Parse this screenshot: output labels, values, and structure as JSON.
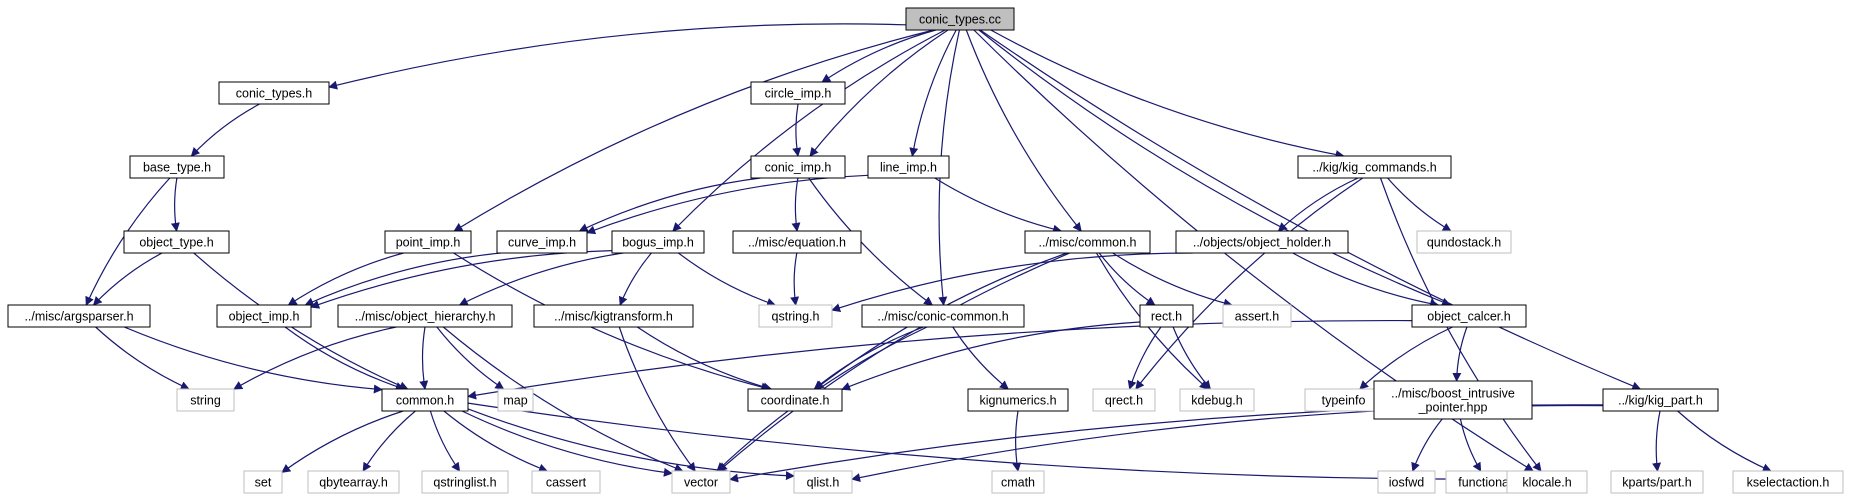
{
  "nodes": [
    {
      "id": "conic_types_cc",
      "label": "conic_types.cc",
      "kind": "root"
    },
    {
      "id": "conic_types_h",
      "label": "conic_types.h",
      "kind": "doc"
    },
    {
      "id": "circle_imp_h",
      "label": "circle_imp.h",
      "kind": "doc"
    },
    {
      "id": "base_type_h",
      "label": "base_type.h",
      "kind": "doc"
    },
    {
      "id": "conic_imp_h",
      "label": "conic_imp.h",
      "kind": "doc"
    },
    {
      "id": "line_imp_h",
      "label": "line_imp.h",
      "kind": "doc"
    },
    {
      "id": "kig_commands_h",
      "label": "../kig/kig_commands.h",
      "kind": "doc"
    },
    {
      "id": "object_type_h",
      "label": "object_type.h",
      "kind": "doc"
    },
    {
      "id": "point_imp_h",
      "label": "point_imp.h",
      "kind": "doc"
    },
    {
      "id": "curve_imp_h",
      "label": "curve_imp.h",
      "kind": "doc"
    },
    {
      "id": "bogus_imp_h",
      "label": "bogus_imp.h",
      "kind": "doc"
    },
    {
      "id": "misc_equation_h",
      "label": "../misc/equation.h",
      "kind": "doc"
    },
    {
      "id": "misc_common_h",
      "label": "../misc/common.h",
      "kind": "doc"
    },
    {
      "id": "object_holder_h",
      "label": "../objects/object_holder.h",
      "kind": "doc"
    },
    {
      "id": "qundostack_h",
      "label": "qundostack.h",
      "kind": "sys"
    },
    {
      "id": "argsparser_h",
      "label": "../misc/argsparser.h",
      "kind": "doc"
    },
    {
      "id": "object_imp_h",
      "label": "object_imp.h",
      "kind": "doc"
    },
    {
      "id": "object_hierarchy_h",
      "label": "../misc/object_hierarchy.h",
      "kind": "doc"
    },
    {
      "id": "kigtransform_h",
      "label": "../misc/kigtransform.h",
      "kind": "doc"
    },
    {
      "id": "qstring_h",
      "label": "qstring.h",
      "kind": "sys"
    },
    {
      "id": "conic_common_h",
      "label": "../misc/conic-common.h",
      "kind": "doc"
    },
    {
      "id": "rect_h",
      "label": "rect.h",
      "kind": "doc"
    },
    {
      "id": "assert_h",
      "label": "assert.h",
      "kind": "sys"
    },
    {
      "id": "object_calcer_h",
      "label": "object_calcer.h",
      "kind": "doc"
    },
    {
      "id": "string",
      "label": "string",
      "kind": "sys"
    },
    {
      "id": "common_h",
      "label": "common.h",
      "kind": "doc"
    },
    {
      "id": "map",
      "label": "map",
      "kind": "sys"
    },
    {
      "id": "coordinate_h",
      "label": "coordinate.h",
      "kind": "doc"
    },
    {
      "id": "kignumerics_h",
      "label": "kignumerics.h",
      "kind": "doc"
    },
    {
      "id": "qrect_h",
      "label": "qrect.h",
      "kind": "sys"
    },
    {
      "id": "kdebug_h",
      "label": "kdebug.h",
      "kind": "sys"
    },
    {
      "id": "typeinfo",
      "label": "typeinfo",
      "kind": "sys"
    },
    {
      "id": "boost_intrusive_hpp",
      "label": "../misc/boost_intrusive\n_pointer.hpp",
      "kind": "doc"
    },
    {
      "id": "kig_part_h",
      "label": "../kig/kig_part.h",
      "kind": "doc"
    },
    {
      "id": "set",
      "label": "set",
      "kind": "sys"
    },
    {
      "id": "qbytearray_h",
      "label": "qbytearray.h",
      "kind": "sys"
    },
    {
      "id": "qstringlist_h",
      "label": "qstringlist.h",
      "kind": "sys"
    },
    {
      "id": "cassert",
      "label": "cassert",
      "kind": "sys"
    },
    {
      "id": "vector",
      "label": "vector",
      "kind": "sys"
    },
    {
      "id": "qlist_h",
      "label": "qlist.h",
      "kind": "sys"
    },
    {
      "id": "cmath",
      "label": "cmath",
      "kind": "sys"
    },
    {
      "id": "iosfwd",
      "label": "iosfwd",
      "kind": "sys"
    },
    {
      "id": "functional",
      "label": "functional",
      "kind": "sys"
    },
    {
      "id": "klocale_h",
      "label": "klocale.h",
      "kind": "sys"
    },
    {
      "id": "kparts_part_h",
      "label": "kparts/part.h",
      "kind": "sys"
    },
    {
      "id": "kselectaction_h",
      "label": "kselectaction.h",
      "kind": "sys"
    }
  ],
  "edges": [
    [
      "conic_types_cc",
      "conic_types_h"
    ],
    [
      "conic_types_cc",
      "circle_imp_h"
    ],
    [
      "conic_types_cc",
      "conic_imp_h"
    ],
    [
      "conic_types_cc",
      "line_imp_h"
    ],
    [
      "conic_types_cc",
      "kig_commands_h"
    ],
    [
      "conic_types_cc",
      "point_imp_h"
    ],
    [
      "conic_types_cc",
      "bogus_imp_h"
    ],
    [
      "conic_types_cc",
      "misc_common_h"
    ],
    [
      "conic_types_cc",
      "conic_common_h"
    ],
    [
      "conic_types_cc",
      "object_calcer_h"
    ],
    [
      "conic_types_cc",
      "kig_part_h"
    ],
    [
      "conic_types_cc",
      "klocale_h"
    ],
    [
      "conic_types_h",
      "base_type_h"
    ],
    [
      "base_type_h",
      "object_type_h"
    ],
    [
      "base_type_h",
      "argsparser_h"
    ],
    [
      "object_type_h",
      "argsparser_h"
    ],
    [
      "object_type_h",
      "common_h"
    ],
    [
      "circle_imp_h",
      "conic_imp_h"
    ],
    [
      "conic_imp_h",
      "curve_imp_h"
    ],
    [
      "conic_imp_h",
      "misc_equation_h"
    ],
    [
      "conic_imp_h",
      "conic_common_h"
    ],
    [
      "line_imp_h",
      "curve_imp_h"
    ],
    [
      "line_imp_h",
      "misc_common_h"
    ],
    [
      "point_imp_h",
      "object_imp_h"
    ],
    [
      "point_imp_h",
      "coordinate_h"
    ],
    [
      "curve_imp_h",
      "object_imp_h"
    ],
    [
      "bogus_imp_h",
      "object_imp_h"
    ],
    [
      "bogus_imp_h",
      "object_hierarchy_h"
    ],
    [
      "bogus_imp_h",
      "kigtransform_h"
    ],
    [
      "bogus_imp_h",
      "qstring_h"
    ],
    [
      "misc_equation_h",
      "qstring_h"
    ],
    [
      "argsparser_h",
      "string"
    ],
    [
      "argsparser_h",
      "common_h"
    ],
    [
      "object_imp_h",
      "common_h"
    ],
    [
      "object_hierarchy_h",
      "string"
    ],
    [
      "object_hierarchy_h",
      "common_h"
    ],
    [
      "object_hierarchy_h",
      "map"
    ],
    [
      "object_hierarchy_h",
      "vector"
    ],
    [
      "kigtransform_h",
      "coordinate_h"
    ],
    [
      "kigtransform_h",
      "vector"
    ],
    [
      "conic_common_h",
      "coordinate_h"
    ],
    [
      "conic_common_h",
      "kignumerics_h"
    ],
    [
      "conic_common_h",
      "vector"
    ],
    [
      "misc_common_h",
      "rect_h"
    ],
    [
      "misc_common_h",
      "assert_h"
    ],
    [
      "misc_common_h",
      "coordinate_h"
    ],
    [
      "misc_common_h",
      "vector"
    ],
    [
      "misc_common_h",
      "kdebug_h"
    ],
    [
      "rect_h",
      "coordinate_h"
    ],
    [
      "rect_h",
      "qrect_h"
    ],
    [
      "rect_h",
      "kdebug_h"
    ],
    [
      "kig_commands_h",
      "object_holder_h"
    ],
    [
      "kig_commands_h",
      "qundostack_h"
    ],
    [
      "kig_commands_h",
      "qrect_h"
    ],
    [
      "kig_commands_h",
      "klocale_h"
    ],
    [
      "object_holder_h",
      "qstring_h"
    ],
    [
      "object_holder_h",
      "object_calcer_h"
    ],
    [
      "object_calcer_h",
      "common_h"
    ],
    [
      "object_calcer_h",
      "typeinfo"
    ],
    [
      "object_calcer_h",
      "boost_intrusive_hpp"
    ],
    [
      "boost_intrusive_hpp",
      "iosfwd"
    ],
    [
      "boost_intrusive_hpp",
      "functional"
    ],
    [
      "common_h",
      "set"
    ],
    [
      "common_h",
      "qbytearray_h"
    ],
    [
      "common_h",
      "qstringlist_h"
    ],
    [
      "common_h",
      "cassert"
    ],
    [
      "common_h",
      "vector"
    ],
    [
      "common_h",
      "qlist_h"
    ],
    [
      "common_h",
      "klocale_h"
    ],
    [
      "kignumerics_h",
      "cmath"
    ],
    [
      "kig_part_h",
      "vector"
    ],
    [
      "kig_part_h",
      "qlist_h"
    ],
    [
      "kig_part_h",
      "kparts_part_h"
    ],
    [
      "kig_part_h",
      "kselectaction_h"
    ]
  ]
}
